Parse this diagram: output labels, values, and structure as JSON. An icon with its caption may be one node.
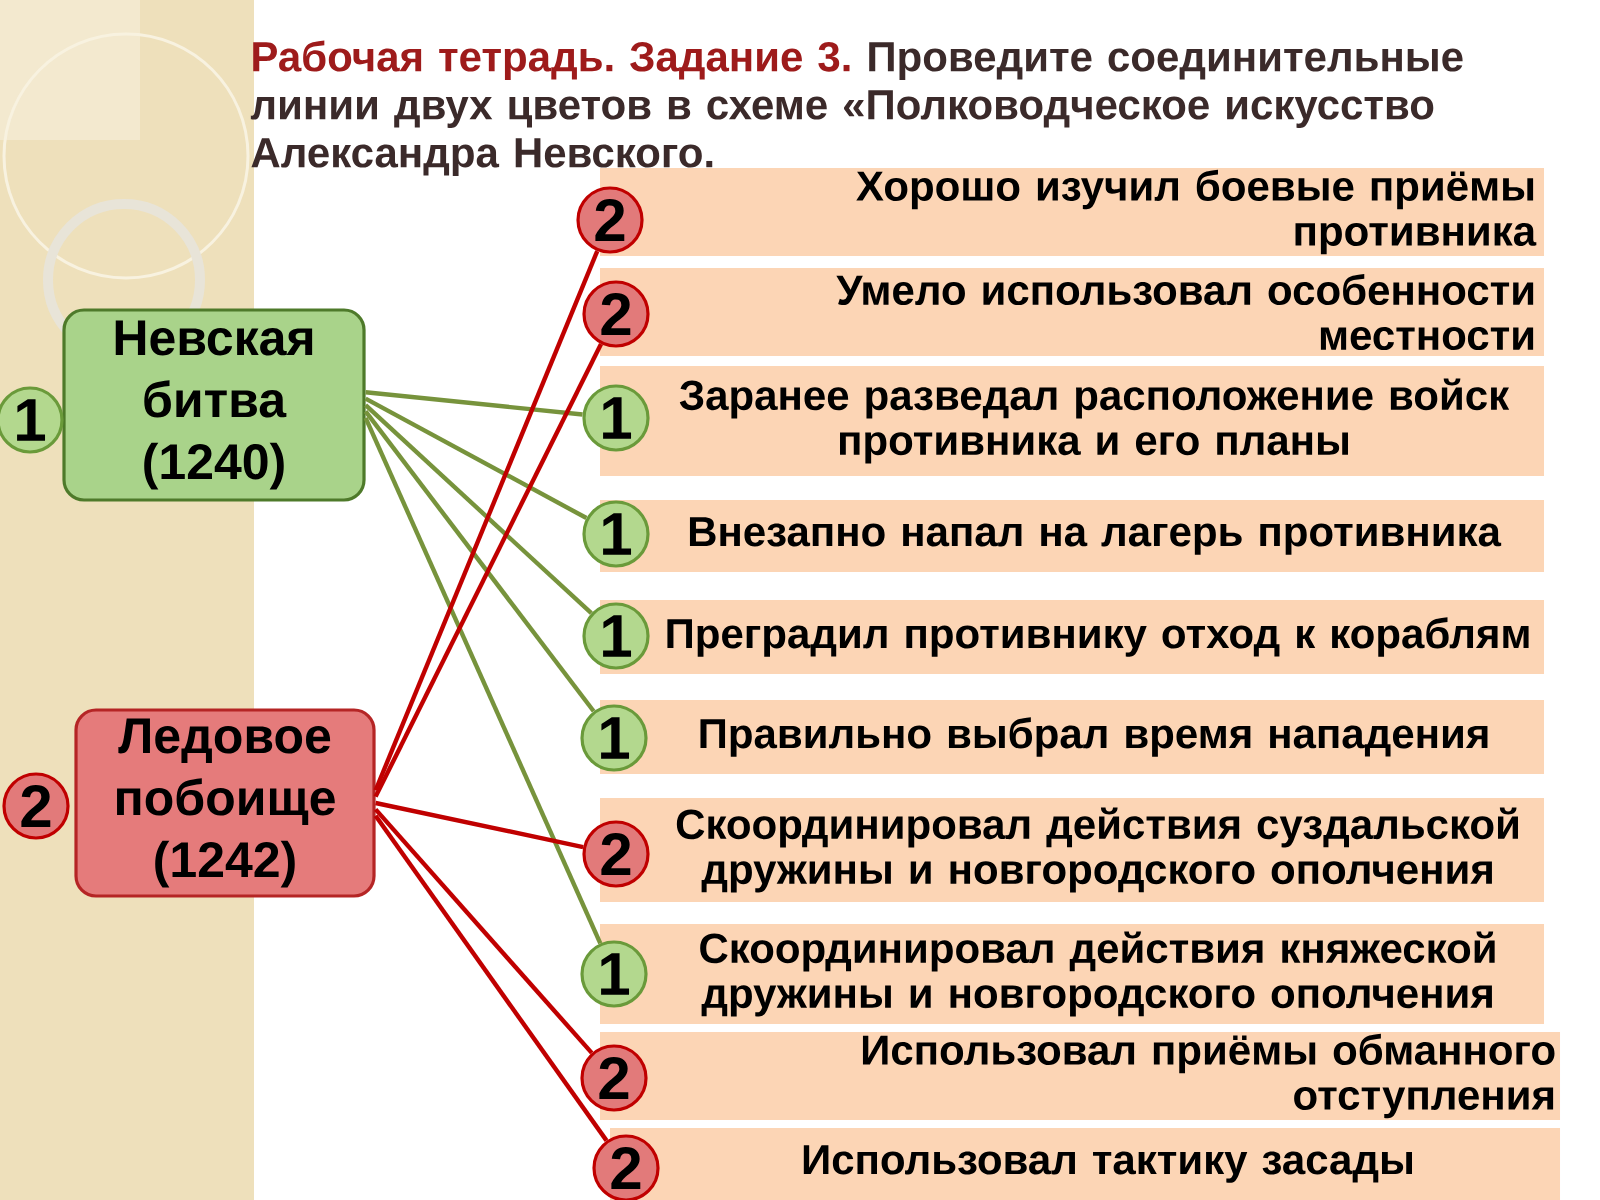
{
  "diagram": {
    "title": "Рабочая тетрадь. Задание 3. Проведите соединительные линии двух цветов в схеме «Полководческое искусство Александра Невского.",
    "nodes": [
      {
        "text": [
          "1"
        ]
      },
      {
        "text": [
          "Невская битва (1240)"
        ]
      },
      {
        "text": [
          "2"
        ]
      },
      {
        "text": [
          "Ледовое побоище (1242)"
        ]
      },
      {
        "text": [
          "2"
        ]
      },
      {
        "text": [
          "Хорошо изучил боевые приёмы противника"
        ]
      },
      {
        "text": [
          "2"
        ]
      },
      {
        "text": [
          "Умело использовал особенности местности"
        ]
      },
      {
        "text": [
          "1"
        ]
      },
      {
        "text": [
          "Заранее разведал расположение войск противника и его планы"
        ]
      },
      {
        "text": [
          "1"
        ]
      },
      {
        "text": [
          "Внезапно напал на лагерь противника"
        ]
      },
      {
        "text": [
          "1"
        ]
      },
      {
        "text": [
          "Преградил противнику отход к кораблям"
        ]
      },
      {
        "text": [
          "1"
        ]
      },
      {
        "text": [
          "Правильно выбрал время нападения"
        ]
      },
      {
        "text": [
          "2"
        ]
      },
      {
        "text": [
          "Скоординировал действия суздальской дружины и новгородского ополчения"
        ]
      },
      {
        "text": [
          "1"
        ]
      },
      {
        "text": [
          "Скоординировал действия княжеской дружины и новгородского ополчения"
        ]
      },
      {
        "text": [
          "2"
        ]
      },
      {
        "text": [
          "Использовал приёмы обманного отступления"
        ]
      },
      {
        "text": [
          "2"
        ]
      },
      {
        "text": [
          "Использовал тактику засады"
        ]
      }
    ],
    "edges": [
      {
        "from": 1,
        "to": 8,
        "arrow": "none",
        "color": "#77933c"
      },
      {
        "from": 1,
        "to": 10,
        "arrow": "none",
        "color": "#77933c"
      },
      {
        "from": 1,
        "to": 12,
        "arrow": "none",
        "color": "#77933c"
      },
      {
        "from": 1,
        "to": 14,
        "arrow": "none",
        "color": "#77933c"
      },
      {
        "from": 1,
        "to": 18,
        "arrow": "none",
        "color": "#77933c"
      },
      {
        "from": 3,
        "to": 4,
        "arrow": "none",
        "color": "#c00000"
      },
      {
        "from": 3,
        "to": 6,
        "arrow": "none",
        "color": "#c00000"
      },
      {
        "from": 3,
        "to": 16,
        "arrow": "none",
        "color": "#c00000"
      },
      {
        "from": 3,
        "to": 20,
        "arrow": "none",
        "color": "#c00000"
      },
      {
        "from": 3,
        "to": 22,
        "arrow": "none",
        "color": "#c00000"
      }
    ]
  }
}
